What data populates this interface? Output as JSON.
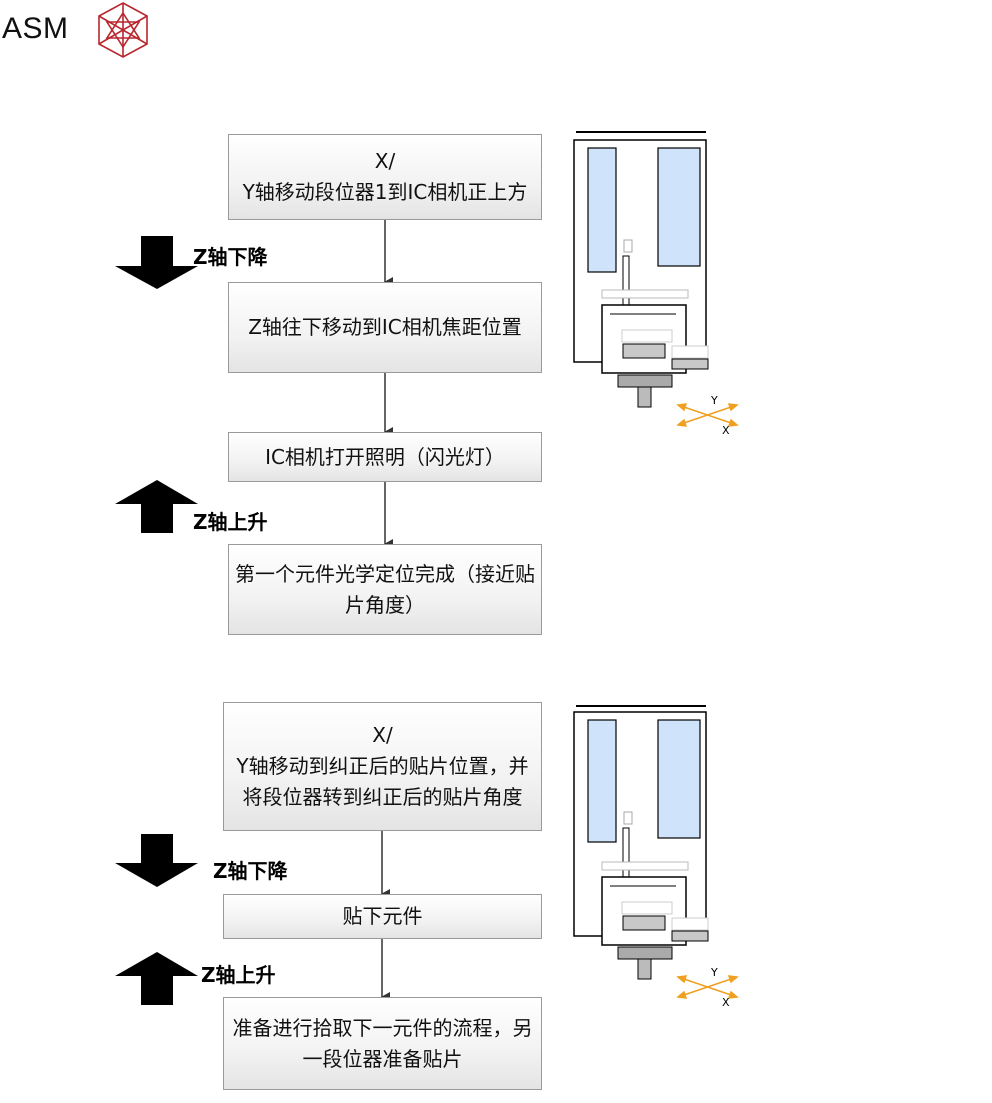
{
  "logo": {
    "text": "ASM",
    "mark": "asm-crystal-logo"
  },
  "section1": {
    "steps": [
      "X/\nY轴移动段位器1到IC相机正上方",
      "Z轴往下移动到IC相机焦距位置",
      "IC相机打开照明（闪光灯）",
      "第一个元件光学定位完成（接近贴片角度）"
    ],
    "z_down_label": "Z轴下降",
    "z_up_label": "Z轴上升",
    "axis": {
      "y": "Y",
      "x": "X"
    }
  },
  "section2": {
    "steps": [
      "X/\nY轴移动到纠正后的贴片位置，并将段位器转到纠正后的贴片角度",
      "贴下元件",
      "准备进行拾取下一元件的流程，另一段位器准备贴片"
    ],
    "z_down_label": "Z轴下降",
    "z_up_label": "Z轴上升",
    "axis": {
      "y": "Y",
      "x": "X"
    }
  },
  "colors": {
    "logo_red": "#b8262e",
    "window_blue": "#cfe3fb",
    "axis_orange": "#f0a020",
    "arrow_black": "#000000"
  }
}
